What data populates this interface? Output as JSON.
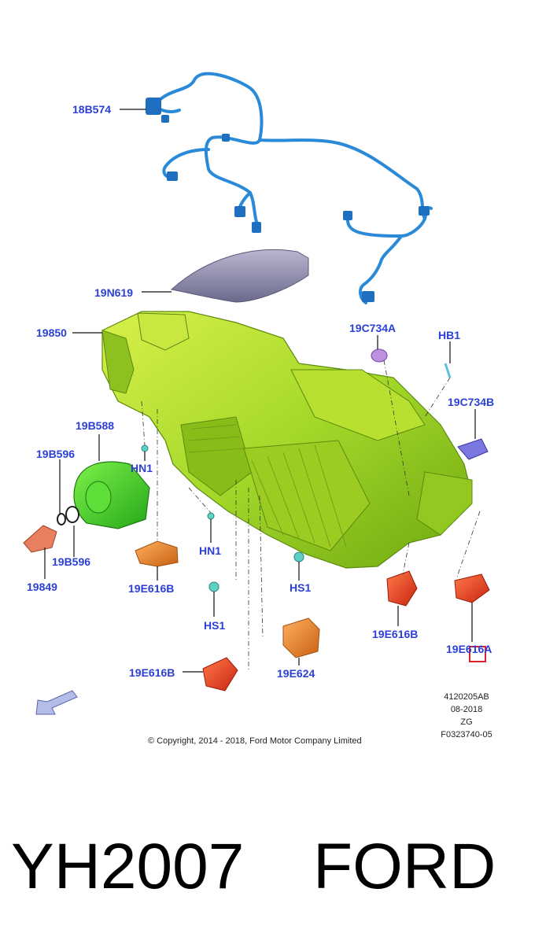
{
  "labels": {
    "harness": "18B574",
    "cover": "19N619",
    "housing": "19850",
    "blower_fan": "19B588",
    "seal_a": "19B596",
    "seal_b": "19B596",
    "motor": "19849",
    "hn1_top": "HN1",
    "hn1_mid": "HN1",
    "actuator_b_left": "19E616B",
    "hs1_left": "HS1",
    "hs1_right": "HS1",
    "actuator_b_bottom": "19E616B",
    "resistor": "19E624",
    "actuator_b_right": "19E616B",
    "actuator_a": "19E616A",
    "sensor_top": "19C734A",
    "sensor_right": "19C734B",
    "hb1": "HB1"
  },
  "meta": {
    "line1": "4120205AB",
    "line2": "08-2018",
    "line3": "ZG",
    "line4": "F0323740-05"
  },
  "copyright": "© Copyright, 2014 - 2018, Ford Motor Company Limited",
  "footer": {
    "code": "YH2007",
    "brand": "FORD"
  },
  "colors": {
    "label": "#2b3fd6",
    "housing": "#9ad21f",
    "harness": "#2b8ad8",
    "actuator": "#e04a2a",
    "resistor": "#e0861e",
    "highlight": "#e0202a"
  }
}
